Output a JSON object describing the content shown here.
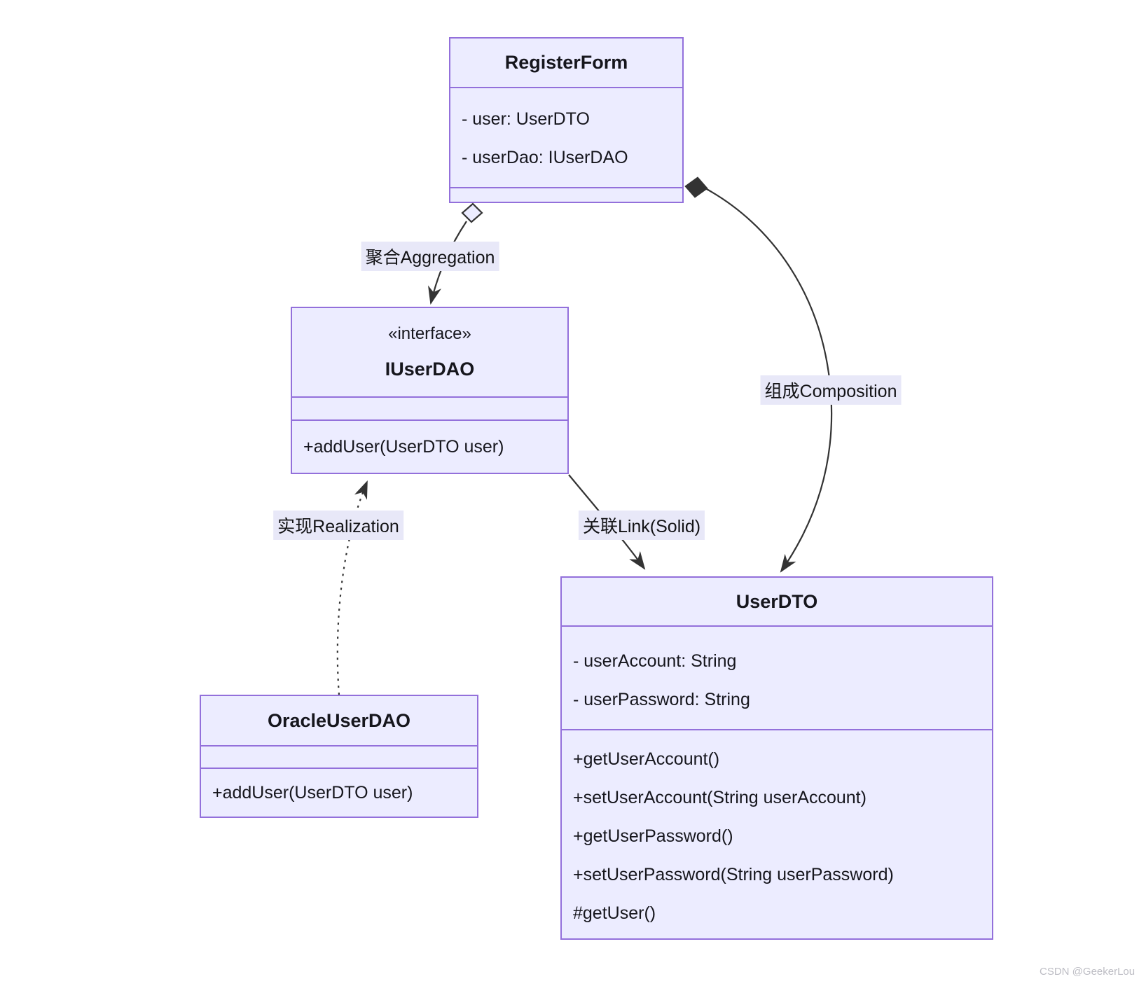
{
  "classes": {
    "registerForm": {
      "name": "RegisterForm",
      "attributes": [
        "- user: UserDTO",
        "- userDao: IUserDAO"
      ],
      "methods": []
    },
    "iUserDao": {
      "stereotype": "«interface»",
      "name": "IUserDAO",
      "attributes": [],
      "methods": [
        "+addUser(UserDTO user)"
      ]
    },
    "oracleUserDao": {
      "name": "OracleUserDAO",
      "attributes": [],
      "methods": [
        "+addUser(UserDTO user)"
      ]
    },
    "userDto": {
      "name": "UserDTO",
      "attributes": [
        "- userAccount: String",
        "- userPassword: String"
      ],
      "methods": [
        "+getUserAccount()",
        "+setUserAccount(String userAccount)",
        "+getUserPassword()",
        "+setUserPassword(String userPassword)",
        "#getUser()"
      ]
    }
  },
  "edges": {
    "aggregation": {
      "label": "聚合Aggregation",
      "type": "aggregation"
    },
    "composition": {
      "label": "组成Composition",
      "type": "composition"
    },
    "realization": {
      "label": "实现Realization",
      "type": "realization-dashed"
    },
    "link": {
      "label": "关联Link(Solid)",
      "type": "association-solid"
    }
  },
  "colors": {
    "box_fill": "#ECECFF",
    "box_border": "#9370DB",
    "edge_stroke": "#333333",
    "label_bg": "#E8E8F8",
    "watermark": "#BDBDC4"
  },
  "watermark": "CSDN @GeekerLou"
}
